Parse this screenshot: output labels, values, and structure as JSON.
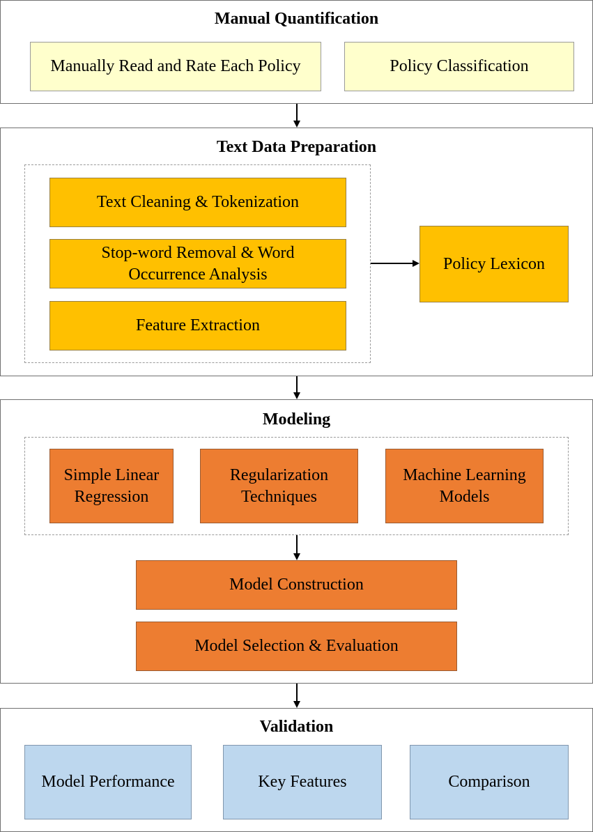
{
  "manual": {
    "title": "Manual Quantification",
    "box1": "Manually Read and Rate Each Policy",
    "box2": "Policy Classification"
  },
  "text_prep": {
    "title": "Text Data Preparation",
    "box1": "Text Cleaning & Tokenization",
    "box2": "Stop-word Removal & Word Occurrence Analysis",
    "box3": "Feature Extraction",
    "lexicon": "Policy Lexicon"
  },
  "modeling": {
    "title": "Modeling",
    "method1": "Simple Linear Regression",
    "method2": "Regularization Techniques",
    "method3": "Machine Learning Models",
    "construction": "Model Construction",
    "selection": "Model Selection & Evaluation"
  },
  "validation": {
    "title": "Validation",
    "box1": "Model Performance",
    "box2": "Key Features",
    "box3": "Comparison"
  },
  "colors": {
    "yellow": "#ffffcc",
    "gold": "#ffc000",
    "orange": "#ed7d31",
    "blue": "#bdd7ee"
  }
}
